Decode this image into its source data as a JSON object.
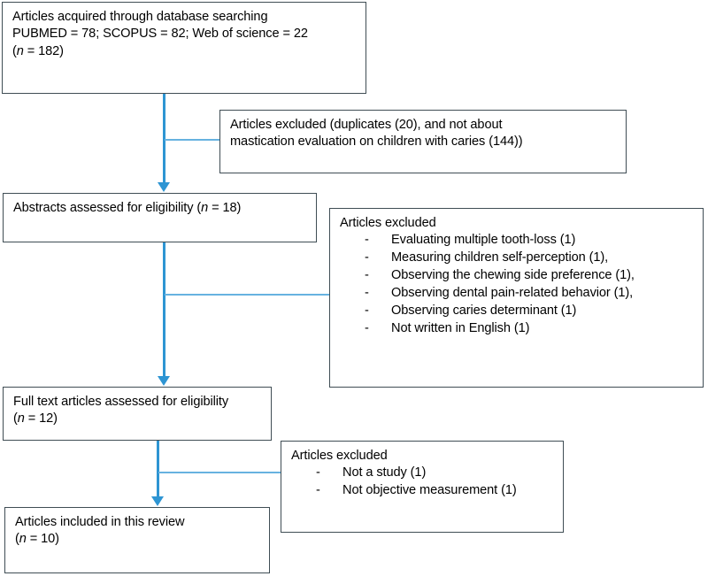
{
  "diagram": {
    "title": "PRISMA study selection flow diagram",
    "colors": {
      "box_border": "#3f4d54",
      "box_fill": "#ffffff",
      "arrow": "#2e95d3",
      "connector": "#67b2e0",
      "text": "#000000"
    },
    "nodes": {
      "identification": {
        "name": "articles-acquired",
        "lines": [
          "Articles acquired through database searching",
          "PUBMED = 78; SCOPUS = 82; Web of science = 22"
        ],
        "count_prefix": "(",
        "count_italic": "n",
        "count_suffix": " = 182)"
      },
      "excluded_duplicates": {
        "name": "articles-excluded-duplicates",
        "lines": [
          "Articles excluded (duplicates (20), and not about",
          "mastication evaluation on children with caries (144))"
        ]
      },
      "abstracts": {
        "name": "abstracts-assessed",
        "prefix": "Abstracts assessed for eligibility (",
        "count_italic": "n",
        "suffix": " = 18)"
      },
      "excluded_screening": {
        "name": "articles-excluded-screening",
        "heading": "Articles excluded",
        "dash": "-",
        "items": [
          "Evaluating multiple tooth-loss (1)",
          "Measuring children self-perception (1),",
          "Observing the chewing side preference (1),",
          "Observing dental pain-related behavior (1),",
          "Observing caries determinant (1)",
          "Not written in English (1)"
        ]
      },
      "fulltext": {
        "name": "full-text-assessed",
        "lines": [
          "Full text articles assessed for eligibility"
        ],
        "count_prefix": "(",
        "count_italic": "n",
        "count_suffix": " = 12)"
      },
      "excluded_eligibility": {
        "name": "articles-excluded-eligibility",
        "heading": "Articles excluded",
        "dash": "-",
        "items": [
          "Not a study (1)",
          "Not objective measurement (1)"
        ]
      },
      "included": {
        "name": "articles-included",
        "lines": [
          "Articles included in this review"
        ],
        "count_prefix": "(",
        "count_italic": "n",
        "count_suffix": " = 10)"
      }
    }
  }
}
